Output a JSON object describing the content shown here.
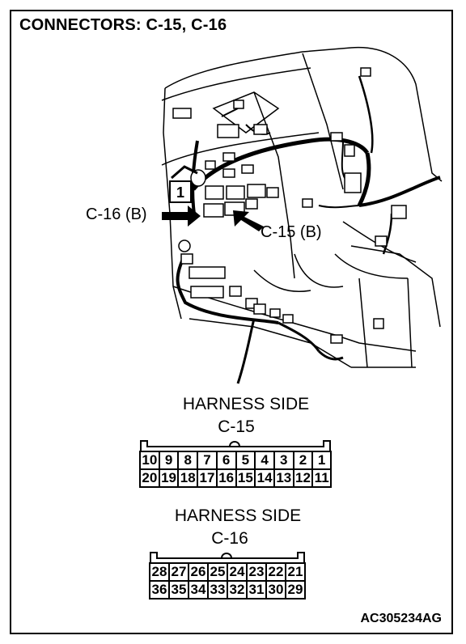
{
  "title": "CONNECTORS: C-15, C-16",
  "callouts": {
    "c16": "C-16 (B)",
    "c15": "C-15 (B)",
    "arrow_number": "1"
  },
  "c15": {
    "harness_label": "HARNESS SIDE",
    "name": "C-15",
    "rows": [
      [
        "10",
        "9",
        "8",
        "7",
        "6",
        "5",
        "4",
        "3",
        "2",
        "1"
      ],
      [
        "20",
        "19",
        "18",
        "17",
        "16",
        "15",
        "14",
        "13",
        "12",
        "11"
      ]
    ]
  },
  "c16": {
    "harness_label": "HARNESS SIDE",
    "name": "C-16",
    "rows": [
      [
        "28",
        "27",
        "26",
        "25",
        "24",
        "23",
        "22",
        "21"
      ],
      [
        "36",
        "35",
        "34",
        "33",
        "32",
        "31",
        "30",
        "29"
      ]
    ]
  },
  "figure_code": "AC305234AG"
}
